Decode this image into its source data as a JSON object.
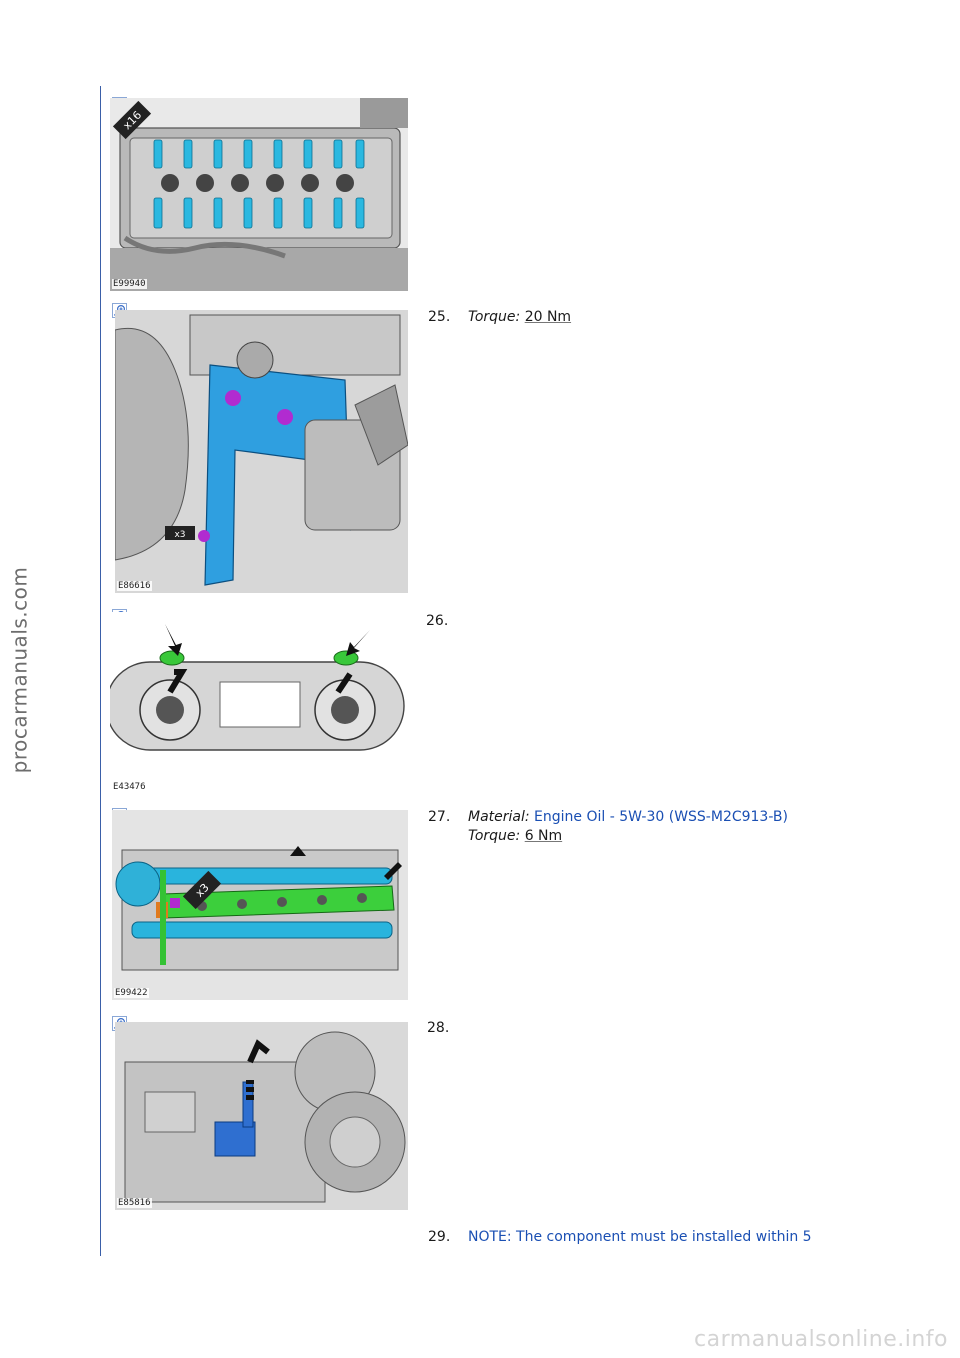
{
  "watermarks": {
    "side": "procarmanuals.com",
    "bottom": "carmanualsonline.info"
  },
  "figures": [
    {
      "id": "E99940"
    },
    {
      "id": "E86616",
      "callout": "x3"
    },
    {
      "id": "E43476"
    },
    {
      "id": "E99422",
      "callout": "x3"
    },
    {
      "id": "E85816"
    }
  ],
  "fig1_callout": "x16",
  "steps": {
    "s25": {
      "num": "25.",
      "torque_label": "Torque:",
      "torque_value": "20 Nm"
    },
    "s26": {
      "num": "26."
    },
    "s27": {
      "num": "27.",
      "material_label": "Material:",
      "material_value": "Engine Oil - 5W-30 (WSS-M2C913-B)",
      "torque_label": "Torque:",
      "torque_value": "6 Nm"
    },
    "s28": {
      "num": "28."
    },
    "s29": {
      "num": "29.",
      "note": "NOTE: The component must be installed within 5"
    }
  },
  "colors": {
    "rule": "#3a5fa8",
    "link": "#1a4fb3",
    "highlight_blue": "#2bb8e0",
    "highlight_green": "#39c83a",
    "highlight_purple": "#a020c8"
  },
  "icons": [
    "zoom-icon"
  ]
}
